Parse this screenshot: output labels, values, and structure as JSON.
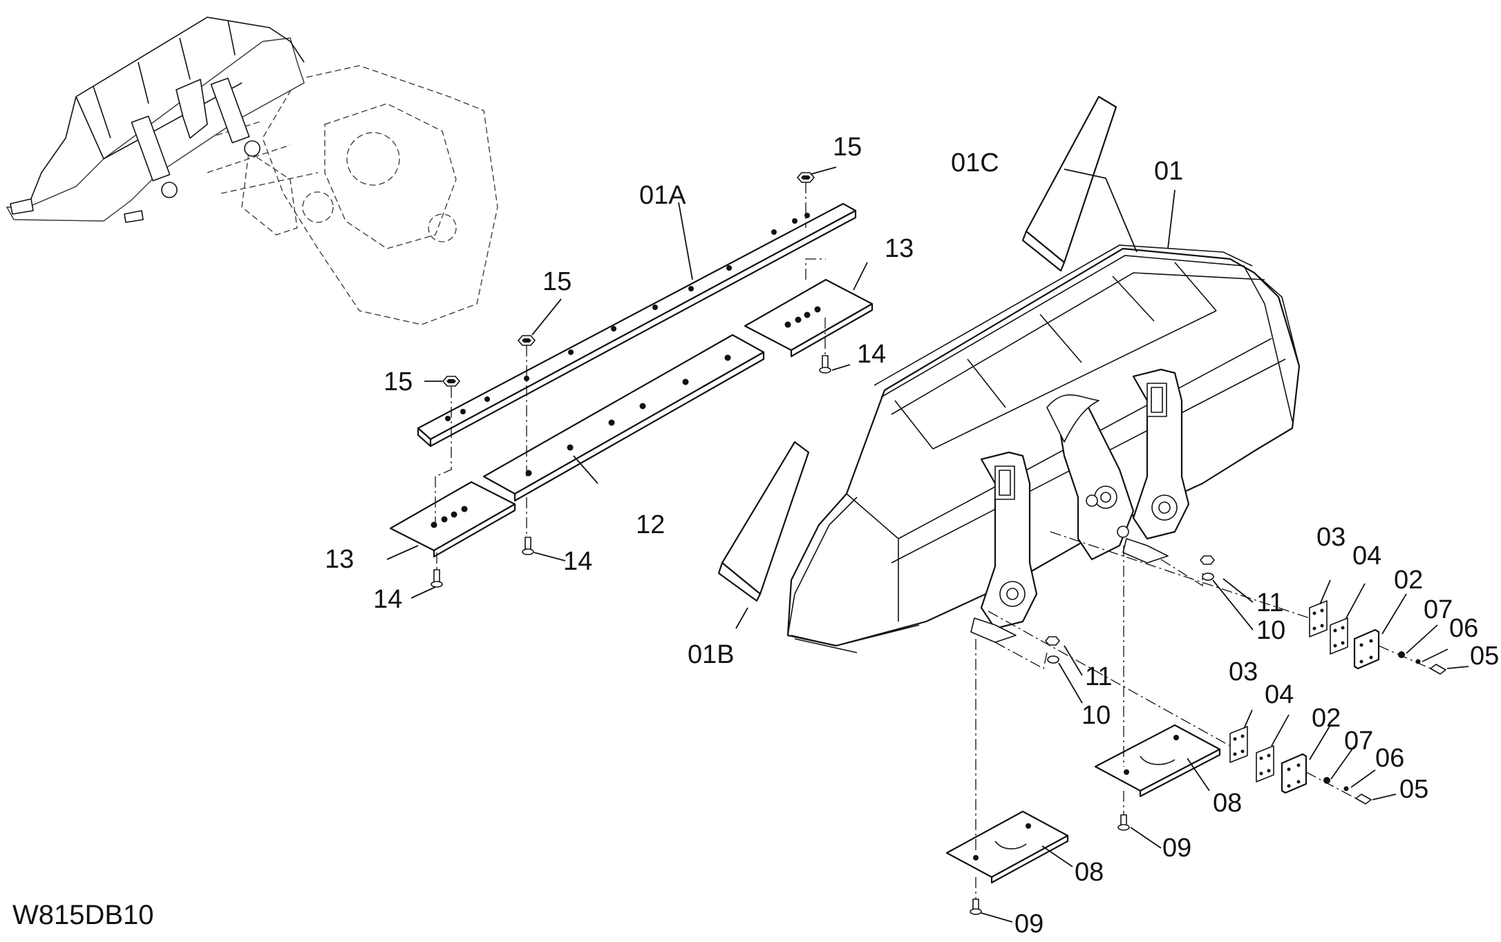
{
  "drawing_code": "W815DB10",
  "callouts": {
    "c01": "01",
    "c01A": "01A",
    "c01B": "01B",
    "c01C": "01C",
    "c02": "02",
    "c03": "03",
    "c04": "04",
    "c05": "05",
    "c06": "06",
    "c07": "07",
    "c08": "08",
    "c09": "09",
    "c10": "10",
    "c11": "11",
    "c12": "12",
    "c13": "13",
    "c14": "14",
    "c15": "15"
  }
}
